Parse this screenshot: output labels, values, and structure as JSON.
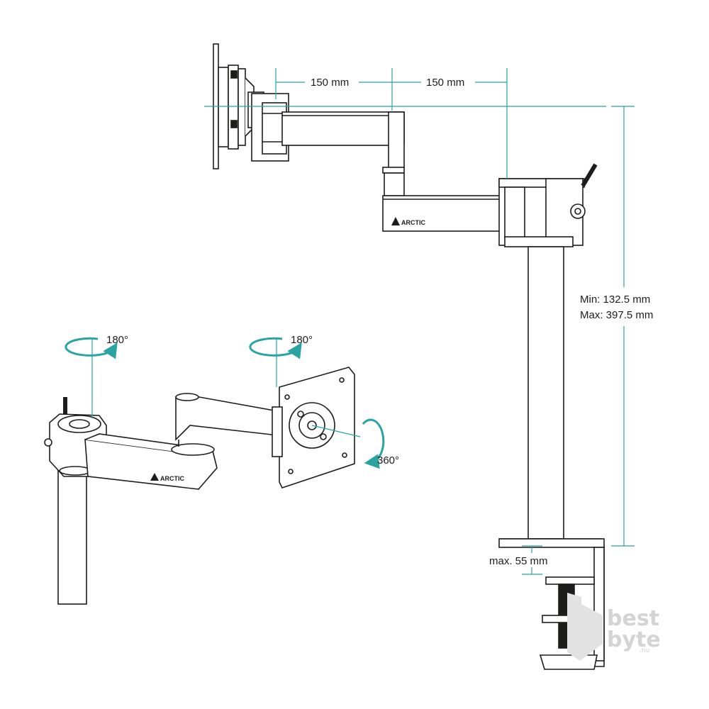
{
  "colors": {
    "accent": "#2aa3a3",
    "outline": "#1d1d1b",
    "watermark": "#d4d4d4"
  },
  "dimensions": {
    "arm_segment_1": "150 mm",
    "arm_segment_2": "150 mm",
    "height_min": "Min: 132.5 mm",
    "height_max": "Max: 397.5 mm",
    "clamp_max": "max. 55 mm"
  },
  "rotation": {
    "pole_swivel": "180°",
    "head_swivel": "180°",
    "plate_rotation": "360°"
  },
  "brand": {
    "arm_logo_top": "ARCTIC",
    "arm_logo_bottom": "ARCTIC"
  },
  "watermark": {
    "line1": "best",
    "line2": "byte",
    "domain": ".hu"
  }
}
